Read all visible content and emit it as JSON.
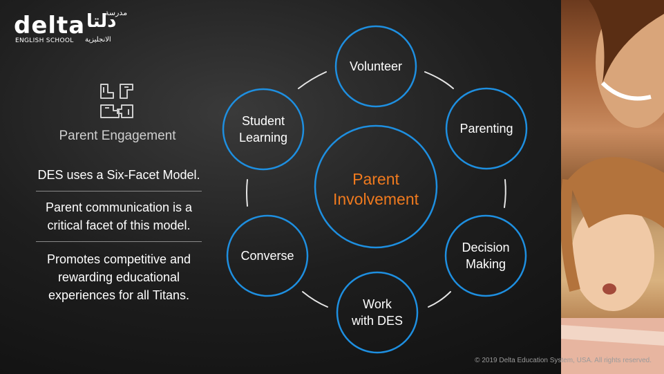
{
  "logo": {
    "word": "delta",
    "arabic": "دلتا",
    "arabic_small": "مدرسة",
    "sub": "ENGLISH SCHOOL",
    "sub_ar": "الانجليزية"
  },
  "left": {
    "icon": "hands-together-icon",
    "title": "Parent Engagement",
    "facts": [
      "DES uses a Six-Facet Model.",
      "Parent communication is a critical facet of this model.",
      "Promotes competitive and rewarding educational experiences for all Titans."
    ]
  },
  "diagram": {
    "center": [
      "Parent",
      "Involvement"
    ],
    "nodes": [
      {
        "line1": "Volunteer",
        "line2": ""
      },
      {
        "line1": "Parenting",
        "line2": ""
      },
      {
        "line1": "Decision",
        "line2": "Making"
      },
      {
        "line1": "Work",
        "line2": "with DES"
      },
      {
        "line1": "Converse",
        "line2": ""
      },
      {
        "line1": "Student",
        "line2": "Learning"
      }
    ],
    "colors": {
      "ring": "#1e8fe0",
      "center_text": "#f07a1e"
    }
  },
  "copyright": "© 2019 Delta Education System, USA. All rights reserved."
}
